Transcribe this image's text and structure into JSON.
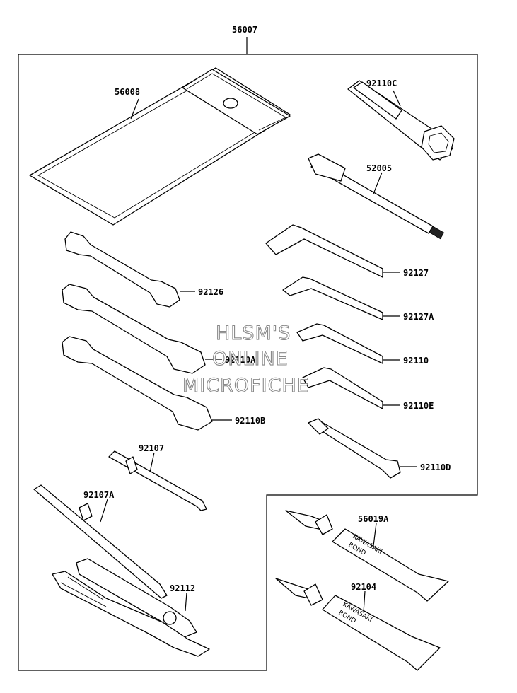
{
  "diagram": {
    "assembly_label": "56007",
    "parts": [
      {
        "key": "pouch",
        "number": "56008"
      },
      {
        "key": "plug_wrench",
        "number": "92110C"
      },
      {
        "key": "extension_bar",
        "number": "52005"
      },
      {
        "key": "hex_key_1",
        "number": "92127"
      },
      {
        "key": "hex_key_2",
        "number": "92127A"
      },
      {
        "key": "hex_key_3",
        "number": "92110"
      },
      {
        "key": "hex_key_4",
        "number": "92110E"
      },
      {
        "key": "small_wrench_d",
        "number": "92110D"
      },
      {
        "key": "wrench_1",
        "number": "92126"
      },
      {
        "key": "wrench_2",
        "number": "92110A"
      },
      {
        "key": "wrench_3",
        "number": "92110B"
      },
      {
        "key": "screwdriver_bit",
        "number": "92107"
      },
      {
        "key": "screwdriver_handle",
        "number": "92107A"
      },
      {
        "key": "pliers",
        "number": "92112"
      },
      {
        "key": "bond_1",
        "number": "56019A"
      },
      {
        "key": "bond_2",
        "number": "92104"
      }
    ],
    "tube_text_line1": "KAWASAKI",
    "tube_text_line2": "BOND",
    "watermark": [
      "HLSM'S",
      "ONLINE",
      "MICROFICHE"
    ]
  }
}
